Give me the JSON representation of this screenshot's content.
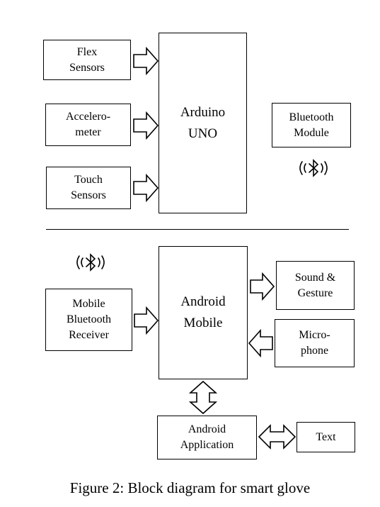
{
  "blocks": {
    "flex_sensors": [
      "Flex",
      "Sensors"
    ],
    "accelerometer": [
      "Accelero-",
      "meter"
    ],
    "touch_sensors": [
      "Touch",
      "Sensors"
    ],
    "arduino": [
      "Arduino",
      "UNO"
    ],
    "bluetooth_module": [
      "Bluetooth",
      "Module"
    ],
    "mobile_bt_receiver": [
      "Mobile",
      "Bluetooth",
      "Receiver"
    ],
    "android_mobile": [
      "Android",
      "Mobile"
    ],
    "sound_gesture": [
      "Sound &",
      "Gesture"
    ],
    "microphone": [
      "Micro-",
      "phone"
    ],
    "android_app": [
      "Android",
      "Application"
    ],
    "text": [
      "Text"
    ]
  },
  "icons": {
    "bluetooth_signal_top": "bluetooth-signal-icon",
    "bluetooth_signal_bottom": "bluetooth-signal-icon"
  },
  "caption": "Figure 2: Block diagram for smart glove"
}
